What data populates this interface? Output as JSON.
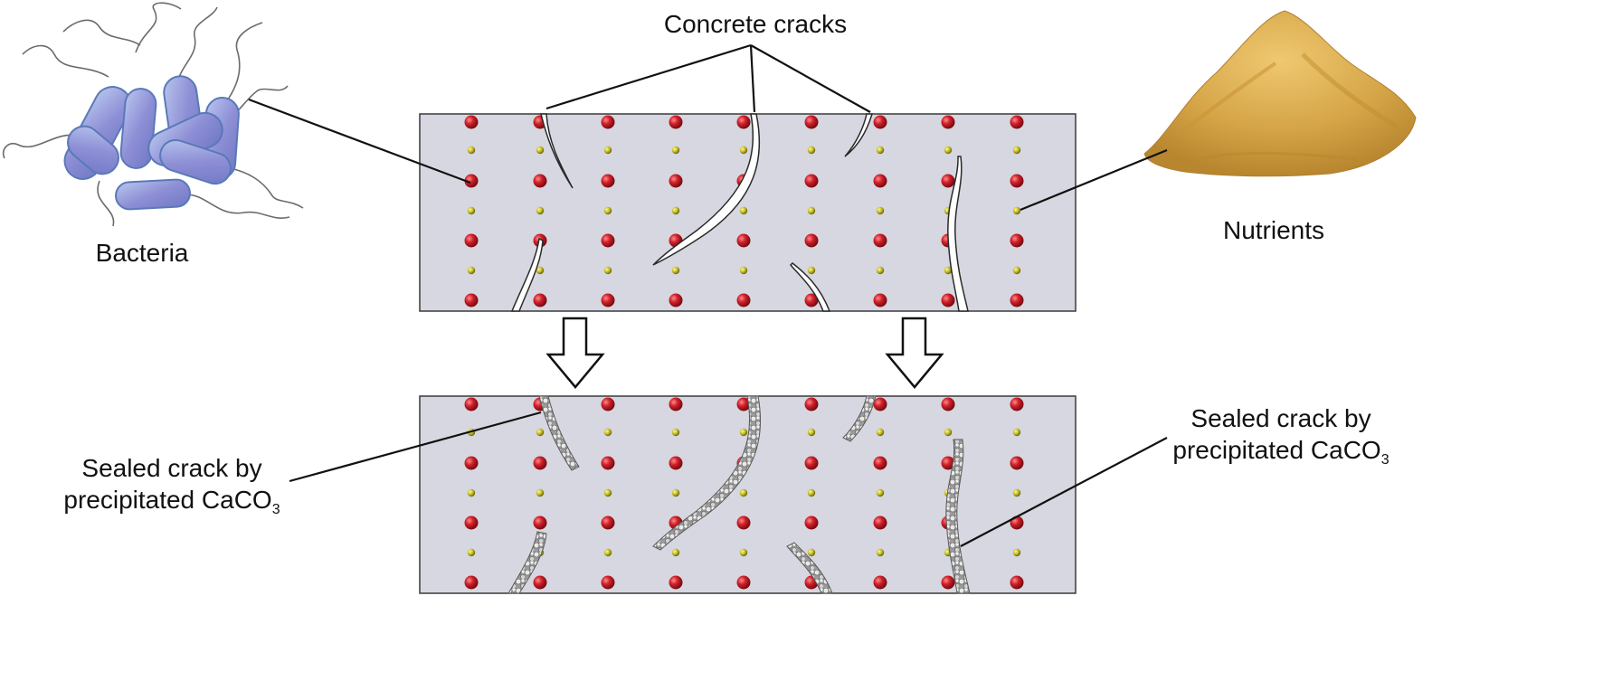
{
  "labels": {
    "concrete_cracks": "Concrete cracks",
    "bacteria": "Bacteria",
    "nutrients": "Nutrients",
    "sealed_left_line1": "Sealed crack by",
    "sealed_left_line2": "precipitated CaCO",
    "sealed_left_sub": "3",
    "sealed_right_line1": "Sealed crack by",
    "sealed_right_line2": "precipitated CaCO",
    "sealed_right_sub": "3"
  },
  "colors": {
    "concrete": "#d6d7e0",
    "particle_large": "#c8202a",
    "particle_small": "#c8c229",
    "bacteria": "#8f93d6",
    "nutrients": "#d8a94c",
    "sealant": "#a8a8a8"
  }
}
